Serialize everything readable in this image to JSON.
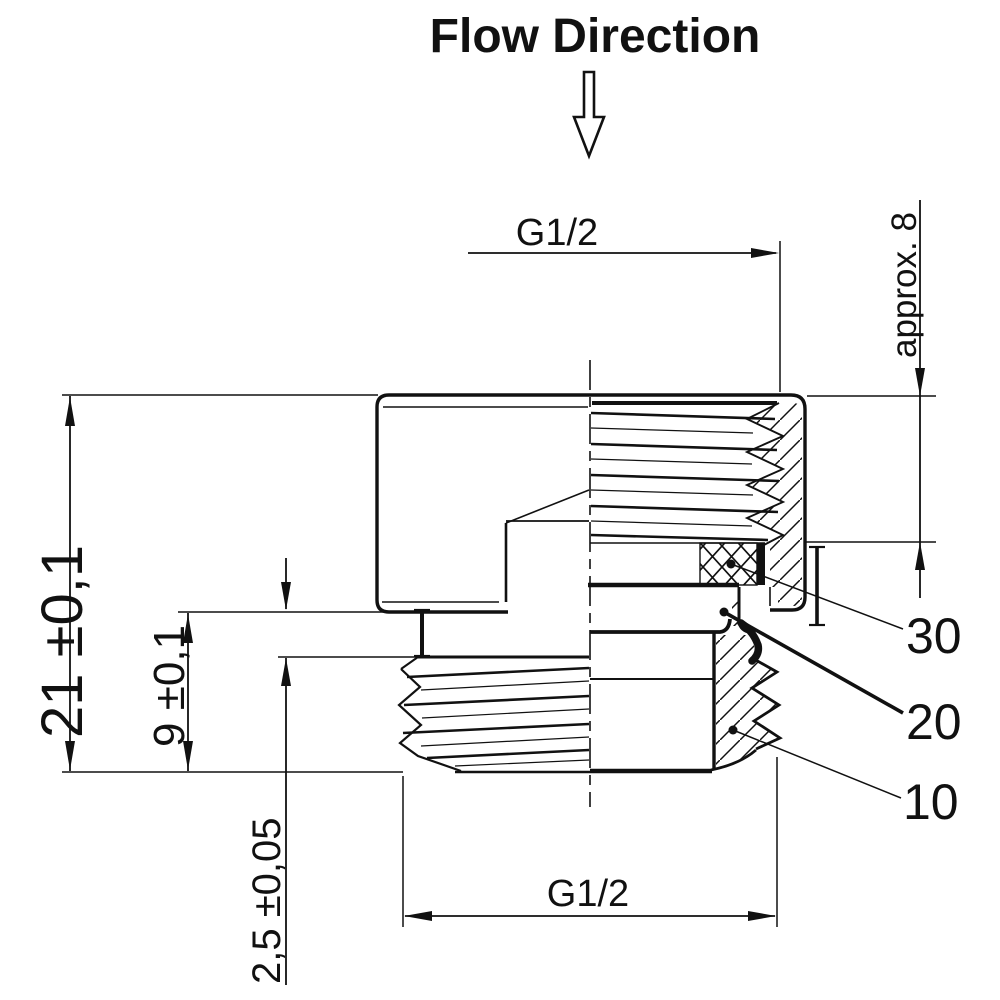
{
  "title": "Flow Direction",
  "flow_arrow": "down-arrow",
  "dimensions": {
    "top_thread": "G1/2",
    "engagement_depth": "approx. 8",
    "overall_height": "21 ±0,1",
    "lower_height": "9 ±0,1",
    "gap": "2,5 ±0,05",
    "bottom_thread": "G1/2"
  },
  "callouts": [
    {
      "number": "30"
    },
    {
      "number": "20"
    },
    {
      "number": "10"
    }
  ],
  "colors": {
    "line": "#111111",
    "background": "#ffffff"
  }
}
